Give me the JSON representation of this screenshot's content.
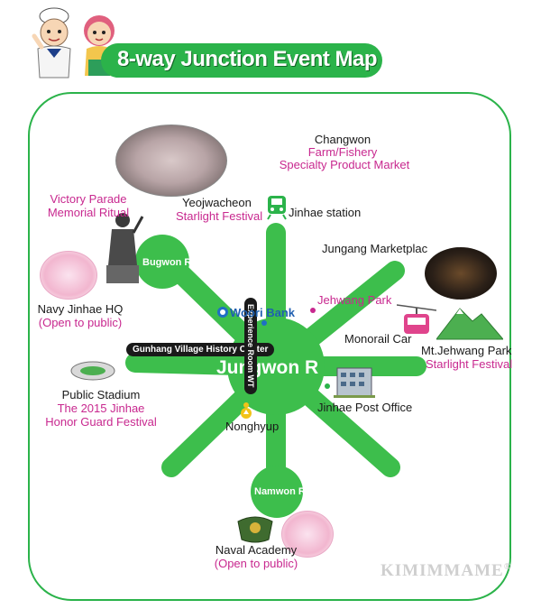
{
  "title": "8-way Junction Event Map",
  "colors": {
    "green": "#2bb34a",
    "pink": "#c8288f",
    "frame": "#2bb34a"
  },
  "hub": {
    "label": "Jungwon R"
  },
  "nodes": {
    "bugwon": "Bugwon R",
    "namwon": "Namwon R"
  },
  "tags": {
    "gunhang": "Gunhang Village History Center",
    "experience": "Experience Room WT"
  },
  "places": {
    "changwon": {
      "line1": "Changwon",
      "line2": "Farm/Fishery",
      "line3": "Specialty Product Market"
    },
    "yeojwacheon": {
      "name": "Yeojwacheon",
      "event": "Starlight Festival"
    },
    "jinhae_station": "Jinhae station",
    "victory_parade": {
      "line1": "Victory Parade",
      "line2": "Memorial Ritual"
    },
    "jungang": "Jungang Marketplac",
    "navy_hq": {
      "name": "Navy Jinhae HQ",
      "note": "(Open to public)"
    },
    "woori_bank": "Woori Bank",
    "jehwang_park": "Jehwang Park",
    "monorail": "Monorail Car",
    "mt_jehwang": {
      "name": "Mt.Jehwang Park",
      "event": "Starlight Festival"
    },
    "public_stadium": {
      "name": "Public Stadium",
      "event1": "The 2015 Jinhae",
      "event2": "Honor Guard Festival"
    },
    "post_office": "Jinhae Post Office",
    "nonghyup": "Nonghyup",
    "naval_academy": {
      "name": "Naval Academy",
      "note": "(Open to public)"
    }
  },
  "watermark": "KIMIMMAME",
  "watermark_mark": "®",
  "icons": [
    "sailor-mascot-icon",
    "girl-mascot-icon",
    "train-icon",
    "warrior-statue-icon",
    "stadium-icon",
    "post-office-building-icon",
    "cable-car-icon",
    "mountain-icon",
    "navy-emblem-icon",
    "woori-bank-logo-icon",
    "nonghyup-logo-icon",
    "cherry-blossom-icon"
  ]
}
